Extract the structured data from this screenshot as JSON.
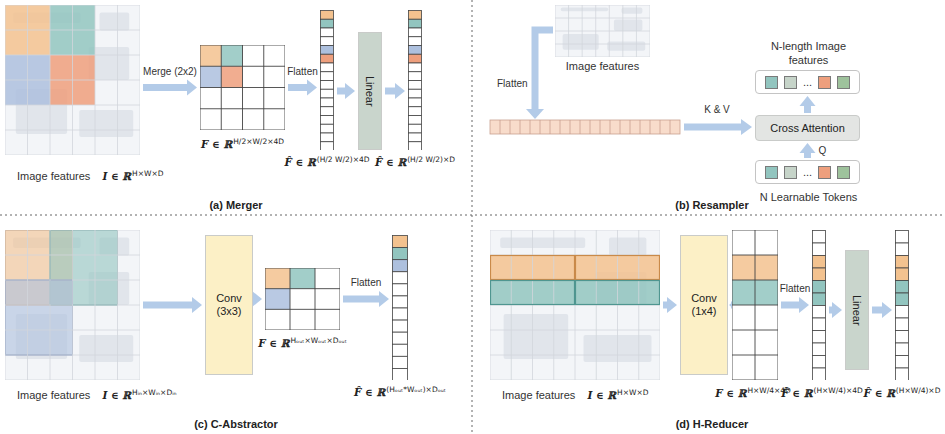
{
  "diagram": {
    "nodes": [
      {
        "text": [
          "Image features",
          "I ∈ ℝ",
          "H×W×D"
        ]
      },
      {
        "text": [
          "F ∈ ℝ",
          "H/2×W/2×4D"
        ]
      },
      {
        "text": [
          "F̂ ∈ ℝ",
          "(H/2 W/2)×4D"
        ]
      },
      {
        "text": [
          "Linear"
        ]
      },
      {
        "text": [
          "F̂ ∈ ℝ",
          "(H/2 W/2)×D"
        ]
      },
      {
        "text": [
          "Image features"
        ]
      },
      {
        "text": [
          "Cross Attention"
        ]
      },
      {
        "text": [
          "N-length Image features",
          "..."
        ]
      },
      {
        "text": [
          "...",
          "N Learnable Tokens"
        ]
      },
      {
        "text": [
          "Image features",
          "I ∈ ℝ",
          "Hᵢₙ×Wᵢₙ×Dᵢₙ"
        ]
      },
      {
        "text": [
          "Conv (3x3)"
        ]
      },
      {
        "text": [
          "F ∈ ℝ",
          "Hₒᵤₜ×Wₒᵤₜ×Dₒᵤₜ"
        ]
      },
      {
        "text": [
          "F̂ ∈ ℝ",
          "(Hₒᵤₜ*Wₒᵤₜ)×Dₒᵤₜ"
        ]
      },
      {
        "text": [
          "Image features",
          "I ∈ ℝ",
          "H×W×D"
        ]
      },
      {
        "text": [
          "Conv (1x4)"
        ]
      },
      {
        "text": [
          "F ∈ ℝ",
          "H×W/4×4D"
        ]
      },
      {
        "text": [
          "F̂ ∈ ℝ",
          "(H×W/4)×4D"
        ]
      },
      {
        "text": [
          "Linear"
        ]
      },
      {
        "text": [
          "F̂ ∈ ℝ",
          "(H×W/4)×D"
        ]
      }
    ],
    "edges": [
      {
        "from": 0,
        "to": 1,
        "arrow": "to",
        "label": "Merge (2x2)"
      },
      {
        "from": 1,
        "to": 2,
        "arrow": "to",
        "label": "Flatten"
      },
      {
        "from": 2,
        "to": 3,
        "arrow": "to"
      },
      {
        "from": 3,
        "to": 4,
        "arrow": "to"
      },
      {
        "from": 8,
        "to": 6,
        "arrow": "to",
        "label": "Q"
      },
      {
        "from": 6,
        "to": 7,
        "arrow": "to"
      },
      {
        "from": 9,
        "to": 10,
        "arrow": "to"
      },
      {
        "from": 10,
        "to": 11,
        "arrow": "to"
      },
      {
        "from": 11,
        "to": 12,
        "arrow": "to",
        "label": "Flatten"
      },
      {
        "from": 13,
        "to": 14,
        "arrow": "to"
      },
      {
        "from": 14,
        "to": 15,
        "arrow": "to"
      },
      {
        "from": 15,
        "to": 16,
        "arrow": "to",
        "label": "Flatten"
      },
      {
        "from": 16,
        "to": 17,
        "arrow": "to"
      },
      {
        "from": 17,
        "to": 18,
        "arrow": "to"
      }
    ],
    "labels": [
      "(a) Merger",
      "Flatten",
      "K & V",
      "(b) Resampler",
      "(c) C-Abstractor",
      "(d) H-Reducer"
    ]
  }
}
